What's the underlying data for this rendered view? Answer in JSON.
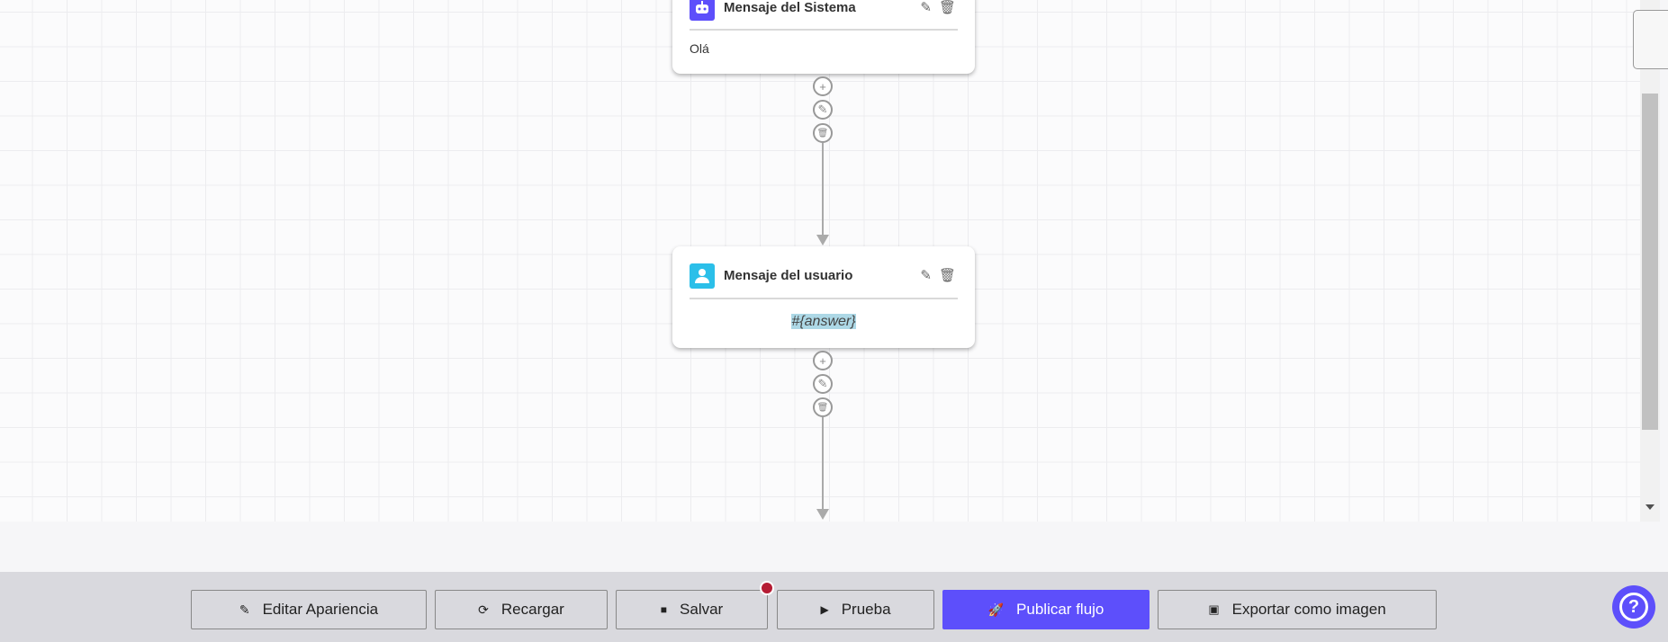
{
  "canvas": {
    "nodes": [
      {
        "title": "Mensaje del Sistema",
        "type": "system",
        "icon": "robot-icon",
        "color": "#5d4ffb",
        "content": "Olá"
      },
      {
        "title": "Mensaje del usuario",
        "type": "user",
        "icon": "user-icon",
        "color": "#2bbfe9",
        "content": "#{answer}"
      }
    ],
    "connector_icons": {
      "add": "+",
      "edit": "✎",
      "delete": "🗑"
    }
  },
  "toolbar": {
    "edit_appearance": "Editar Apariencia",
    "reload": "Recargar",
    "save": "Salvar",
    "test": "Prueba",
    "publish": "Publicar flujo",
    "export": "Exportar como imagen",
    "unsaved_indicator_color": "#b51c34",
    "accent": "#5d4ffb"
  },
  "help": {
    "label": "?"
  }
}
